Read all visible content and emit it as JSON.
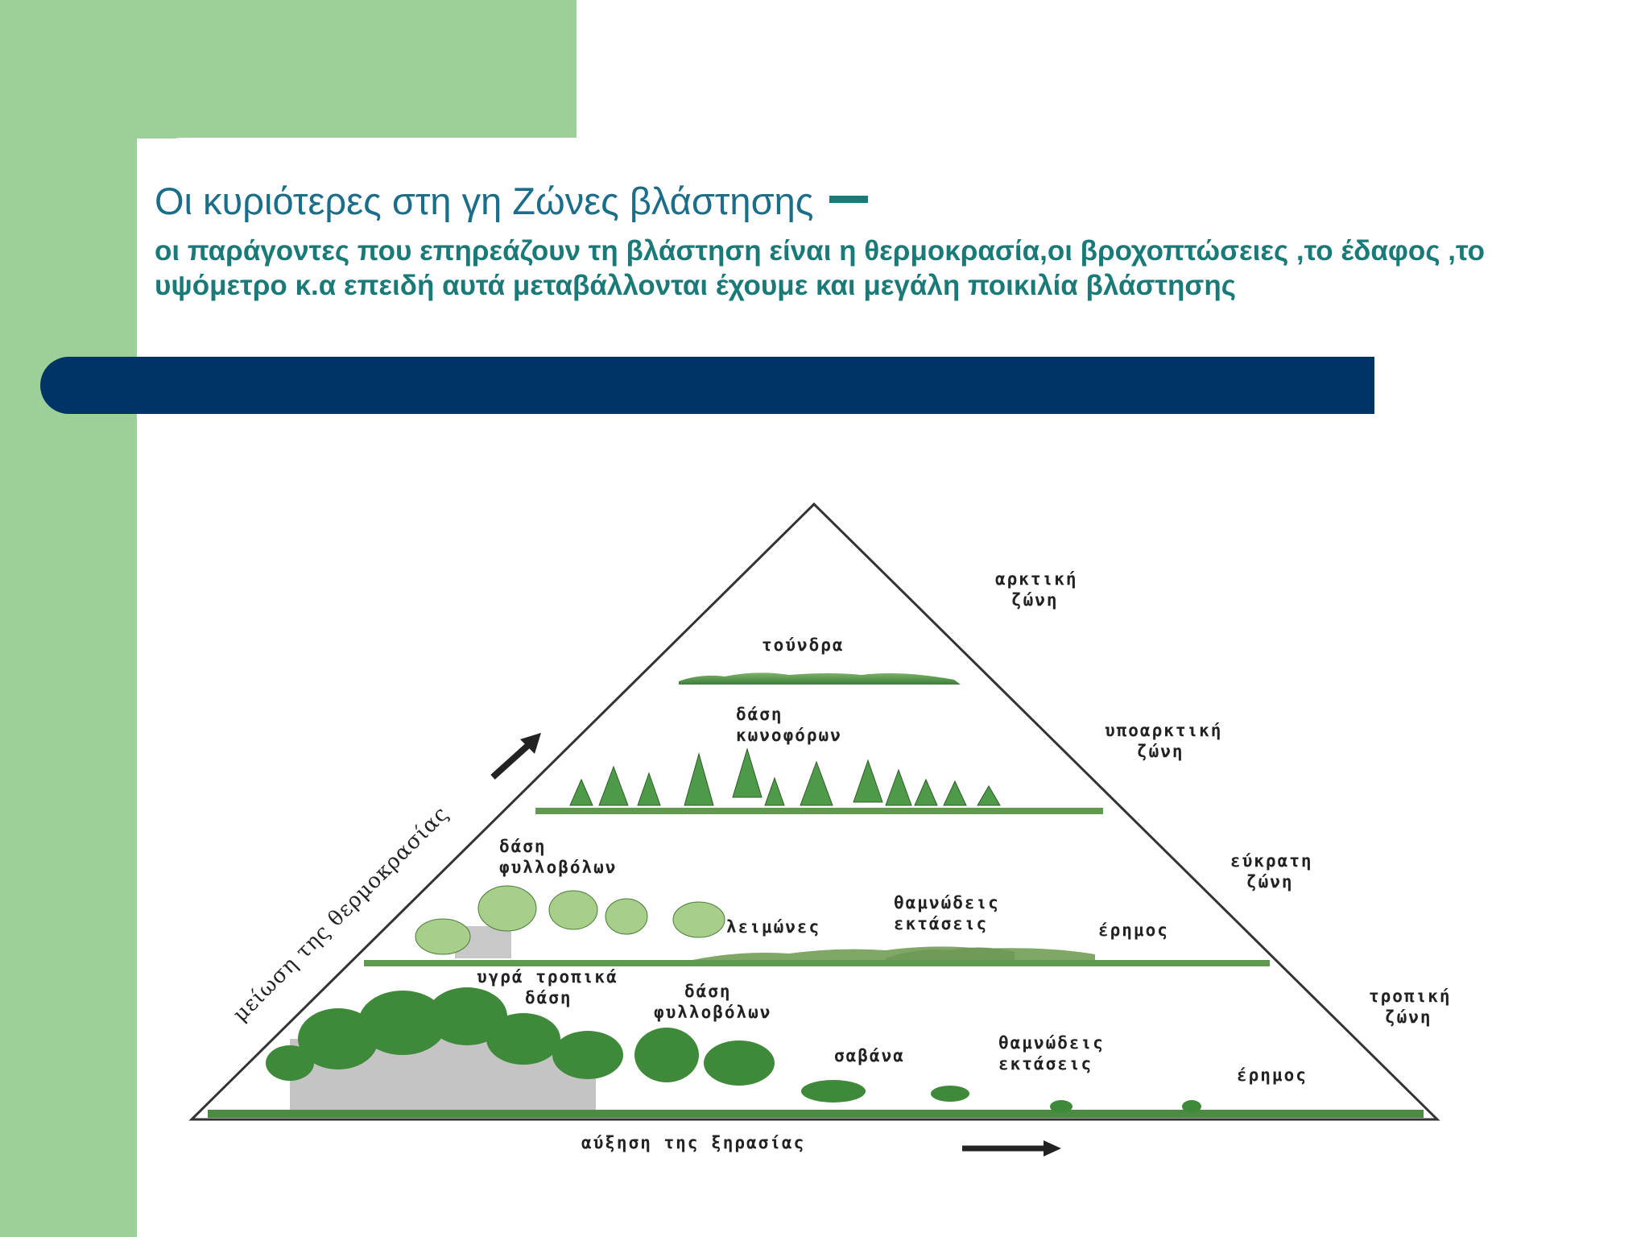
{
  "slide": {
    "title": "Οι κυριότερες στη γη  Ζώνες βλάστησης",
    "subtitle": "οι παράγοντες που επηρεάζουν τη βλάστηση είναι η θερμοκρασία,οι βροχοπτώσειες ,το έδαφος ,το υψόμετρο κ.α επειδή αυτά μεταβάλλονται έχουμε και μεγάλη ποικιλία βλάστησης"
  },
  "colors": {
    "green": "#9dcf98",
    "navy": "#003366",
    "teal": "#1a7a78"
  },
  "diagram": {
    "zones": {
      "arctic": [
        "αρκτική",
        "ζώνη"
      ],
      "subarctic": [
        "υποαρκτική",
        "ζώνη"
      ],
      "temperate": [
        "εύκρατη",
        "ζώνη"
      ],
      "tropical": [
        "τροπική",
        "ζώνη"
      ]
    },
    "vegetation": {
      "tundra": "τούνδρα",
      "conifer": [
        "δάση",
        "κωνοφόρων"
      ],
      "deciduous_temperate": [
        "δάση",
        "φυλλοβόλων"
      ],
      "meadows": "λειμώνες",
      "shrubland_temperate": [
        "θαμνώδεις",
        "εκτάσεις"
      ],
      "desert_temperate": "έρημος",
      "tropical_rain": [
        "υγρά τροπικά",
        "δάση"
      ],
      "deciduous_tropical": [
        "δάση",
        "φυλλοβόλων"
      ],
      "savanna": "σαβάνα",
      "shrubland_tropical": [
        "θαμνώδεις",
        "εκτάσεις"
      ],
      "desert_tropical": "έρημος"
    },
    "axis_temperature": "μείωση της θερμοκρασίας",
    "axis_dryness": "αύξηση της ξηρασίας"
  }
}
